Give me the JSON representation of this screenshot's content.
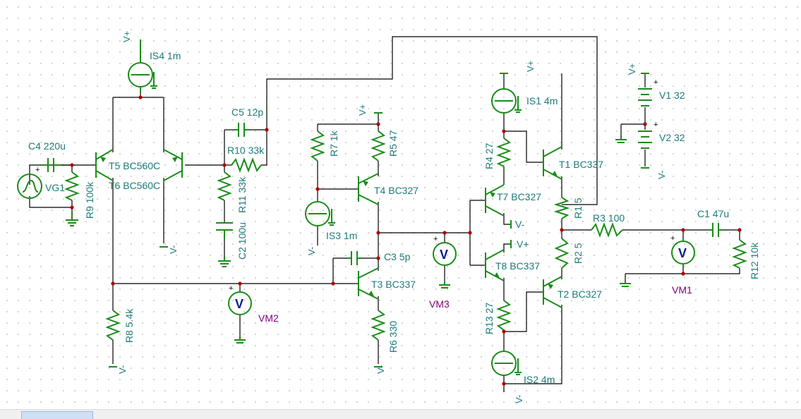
{
  "components": {
    "IS4": "IS4 1m",
    "IS1": "IS1 4m",
    "IS3": "IS3 1m",
    "IS2": "IS2 4m",
    "C4": "C4 220u",
    "C5": "C5 12p",
    "C2": "C2 100u",
    "C3": "C3 5p",
    "C1": "C1 47u",
    "R10": "R10 33k",
    "R11": "R11 33k",
    "R9": "R9 100k",
    "R8": "R8 5.4k",
    "R7": "R7 1k",
    "R5": "R5 47",
    "R6": "R6 330",
    "R4": "R4 27",
    "R1": "R1 5",
    "R2": "R2 5",
    "R13": "R13 27",
    "R3": "R3 100",
    "R12": "R12 10k",
    "T5": "T5 BC560C",
    "T6": "T6 BC560C",
    "T4": "T4 BC327",
    "T3": "T3 BC337",
    "T7": "T7 BC327",
    "T8": "T8 BC337",
    "T1": "T1 BC337",
    "T2": "T2 BC327",
    "V1": "V1 32",
    "V2": "V2 32",
    "VG1": "VG1"
  },
  "meters": {
    "VM1": "VM1",
    "VM2": "VM2",
    "VM3": "VM3",
    "V_symbol": "V"
  },
  "rails": {
    "vplus": "V+",
    "vminus": "V-",
    "plus": "+"
  }
}
